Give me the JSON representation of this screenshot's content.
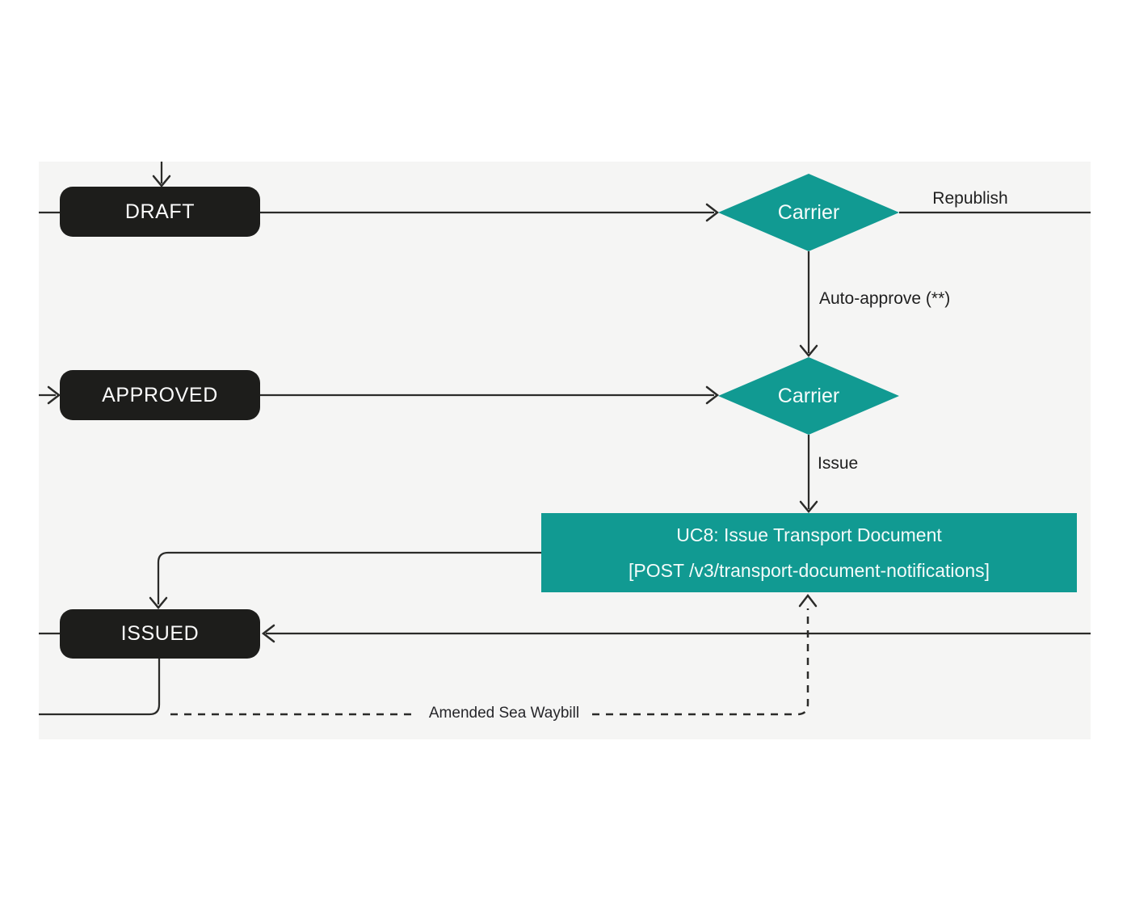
{
  "diagram": {
    "kind": "state-flow",
    "colors": {
      "canvas_bg": "#f5f5f4",
      "page_bg": "#ffffff",
      "state_node": "#1d1d1b",
      "decision_node": "#119a92",
      "process_node": "#119a92",
      "line": "#2b2b29",
      "node_text": "#fbfbfb",
      "label_text": "#1f1f1f"
    },
    "nodes": {
      "draft": {
        "label": "DRAFT",
        "type": "state"
      },
      "approved": {
        "label": "APPROVED",
        "type": "state"
      },
      "issued": {
        "label": "ISSUED",
        "type": "state"
      },
      "carrier1": {
        "label": "Carrier",
        "type": "decision"
      },
      "carrier2": {
        "label": "Carrier",
        "type": "decision"
      },
      "uc8": {
        "type": "process",
        "line1": "UC8: Issue Transport Document",
        "line2": "[POST /v3/transport-document-notifications]"
      }
    },
    "edge_labels": {
      "republish": "Republish",
      "auto_approve": "Auto-approve (**)",
      "issue": "Issue",
      "amended_sea_waybill": "Amended Sea Waybill"
    },
    "edges": [
      {
        "from": "top",
        "to": "draft",
        "style": "solid-arrow"
      },
      {
        "from": "left",
        "to": "draft",
        "style": "solid"
      },
      {
        "from": "draft",
        "to": "carrier1",
        "style": "solid-arrow"
      },
      {
        "from": "carrier1",
        "to": "right-edge",
        "style": "solid",
        "label": "Republish"
      },
      {
        "from": "carrier1",
        "to": "carrier2",
        "style": "solid-arrow",
        "label": "Auto-approve (**)"
      },
      {
        "from": "left",
        "to": "approved",
        "style": "solid-arrow"
      },
      {
        "from": "approved",
        "to": "carrier2",
        "style": "solid-arrow"
      },
      {
        "from": "carrier2",
        "to": "uc8",
        "style": "solid-arrow",
        "label": "Issue"
      },
      {
        "from": "uc8",
        "to": "issued",
        "style": "solid-arrow"
      },
      {
        "from": "issued",
        "to": "left-edge",
        "style": "solid"
      },
      {
        "from": "right-edge",
        "to": "issued",
        "style": "solid-arrow"
      },
      {
        "from": "issued",
        "to": "left-edge-bottom",
        "style": "solid"
      },
      {
        "from": "issued-bottom",
        "to": "uc8",
        "style": "dashed-arrow",
        "label": "Amended Sea Waybill"
      }
    ]
  }
}
